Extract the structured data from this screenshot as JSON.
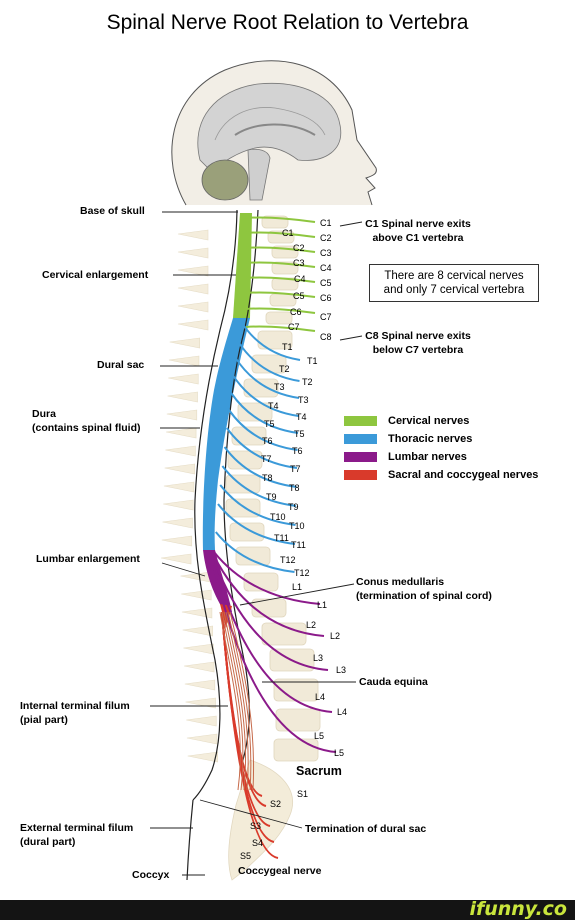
{
  "title": "Spinal Nerve Root Relation to Vertebra",
  "left_labels": {
    "base_of_skull": "Base of skull",
    "cervical_enlargement": "Cervical enlargement",
    "dural_sac": "Dural sac",
    "dura_1": "Dura",
    "dura_2": "(contains spinal fluid)",
    "lumbar_enlargement": "Lumbar enlargement",
    "internal_filum_1": "Internal terminal filum",
    "internal_filum_2": "(pial part)",
    "external_filum_1": "External terminal filum",
    "external_filum_2": "(dural part)",
    "coccyx": "Coccyx"
  },
  "right_labels": {
    "c1_note_1": "C1 Spinal nerve exits",
    "c1_note_2": "above C1 vertebra",
    "c8_note_1": "C8 Spinal nerve exits",
    "c8_note_2": "below C7 vertebra",
    "conus_1": "Conus medullaris",
    "conus_2": "(termination of spinal cord)",
    "cauda_equina": "Cauda equina",
    "sacrum": "Sacrum",
    "dural_sac_end": "Termination of dural sac",
    "coccygeal_nerve": "Coccygeal nerve"
  },
  "info_box": {
    "line1": "There are 8 cervical nerves",
    "line2": "and only 7 cervical vertebra"
  },
  "legend": [
    {
      "label": "Cervical nerves",
      "color": "#8ec63f"
    },
    {
      "label": "Thoracic nerves",
      "color": "#3b9ad9"
    },
    {
      "label": "Lumbar nerves",
      "color": "#8b1a8a"
    },
    {
      "label": "Sacral and coccygeal nerves",
      "color": "#d93a2b"
    }
  ],
  "nerve_labels": [
    "C1",
    "C2",
    "C3",
    "C4",
    "C5",
    "C6",
    "C7",
    "C8",
    "T1",
    "T2",
    "T3",
    "T4",
    "T5",
    "T6",
    "T7",
    "T8",
    "T9",
    "T10",
    "T11",
    "T12",
    "L1",
    "L2",
    "L3",
    "L4",
    "L5",
    "S1",
    "S2",
    "S3",
    "S4",
    "S5"
  ],
  "vertebra_labels": [
    "C1",
    "C2",
    "C3",
    "C4",
    "C5",
    "C6",
    "C7",
    "T1",
    "T2",
    "T3",
    "T4",
    "T5",
    "T6",
    "T7",
    "T8",
    "T9",
    "T10",
    "T11",
    "T12",
    "L1",
    "L2",
    "L3",
    "L4",
    "L5"
  ],
  "footer": {
    "brand": "ifunny.co"
  }
}
